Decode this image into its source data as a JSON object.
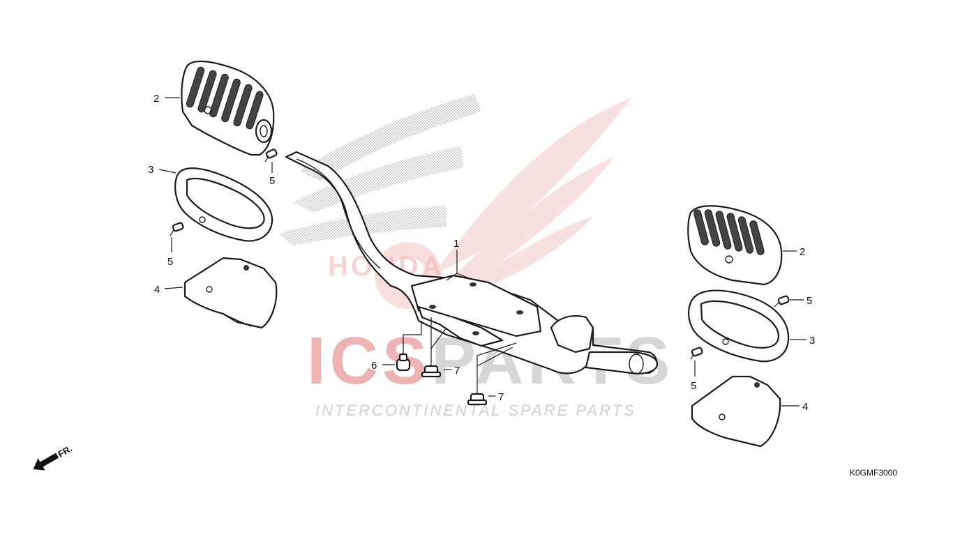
{
  "diagram": {
    "drawing_code": "K0GMF3000",
    "front_indicator": "FR.",
    "watermark": {
      "brand_prefix": "ICS",
      "brand_suffix": "PARTS",
      "tagline": "INTERCONTINENTAL SPARE PARTS",
      "logo_text": "HONDA",
      "accent_color": "#d9454a",
      "grey_color": "#b9b9b9"
    },
    "callouts": {
      "c1": "1",
      "c2_left": "2",
      "c2_right": "2",
      "c3_left": "3",
      "c3_right": "3",
      "c4_left": "4",
      "c4_right": "4",
      "c5_left_top": "5",
      "c5_left_mid": "5",
      "c5_right_top": "5",
      "c5_right_low": "5",
      "c6": "6",
      "c7_a": "7",
      "c7_b": "7"
    }
  }
}
